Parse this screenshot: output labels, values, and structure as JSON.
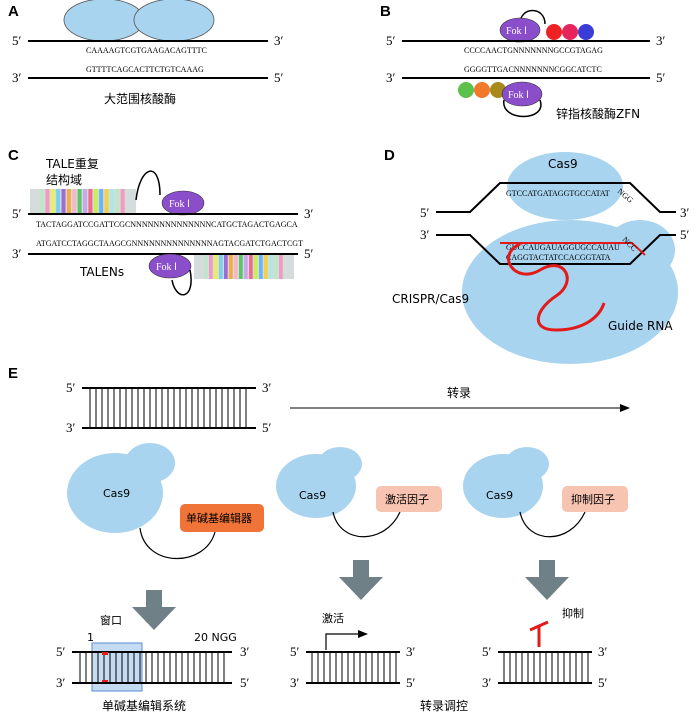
{
  "panels": {
    "a": "A",
    "b": "B",
    "c": "C",
    "d": "D",
    "e": "E"
  },
  "ends": {
    "five": "5′",
    "three": "3′"
  },
  "a": {
    "top_seq": "CAAAAGTCGTGAAGACAGTTTC",
    "bottom_seq": "GTTTTCAGCACTTCTGTCAAAG",
    "caption": "大范围核酸酶"
  },
  "b": {
    "top_seq": "CCCCAACTGNNNNNNNGCCGTAGAG",
    "bottom_seq": "GGGGTTGACNNNNNNNCGGCATCTC",
    "fok": "Fok Ⅰ",
    "caption": "锌指核酸酶ZFN",
    "colors": {
      "red": "#ee2222",
      "pink": "#e8245e",
      "blue": "#3b3bd6",
      "green": "#5cc04a",
      "orange": "#f07a2a",
      "olive": "#a88a1c"
    }
  },
  "c": {
    "tale_label_line1": "TALE重复",
    "tale_label_line2": "结构域",
    "top_seq": "TACTAGGATCCGATTCGCNNNNNNNNNNNNNNCATGCTAGACTGAGCA",
    "bottom_seq": "ATGATCCTAGGCTAAGCGNNNNNNNNNNNNNNAGTACGATCTGACTCGT",
    "fok": "Fok Ⅰ",
    "caption": "TALENs"
  },
  "d": {
    "cas9": "Cas9",
    "dna_top_seq": "GTCCATGATAGGTGCCATAT",
    "pam": "NGG",
    "rna_seq": "GUCCAUGAUAGGUGCCAUAU",
    "rna_tail": "NCC",
    "dna_bottom_seq": "CAGGTACTATCCACGGTATA",
    "system_label": "CRISPR/Cas9",
    "guide": "Guide RNA"
  },
  "e": {
    "transcription": "转录",
    "cas9": "Cas9",
    "base_editor": "单碱基编辑器",
    "activator": "激活因子",
    "repressor": "抑制因子",
    "window": "窗口",
    "pos1": "1",
    "pos20": "20 NGG",
    "activate": "激活",
    "repress": "抑制",
    "caption_left": "单碱基编辑系统",
    "caption_right": "转录调控"
  }
}
